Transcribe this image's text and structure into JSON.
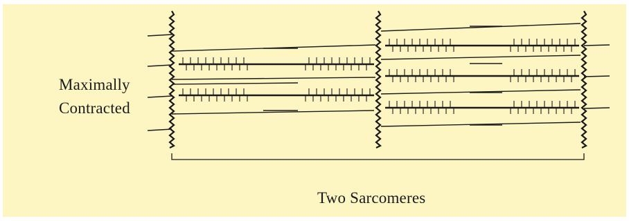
{
  "labels": {
    "state_line1": "Maximally",
    "state_line2": "Contracted",
    "caption": "Two Sarcomeres"
  },
  "colors": {
    "background": "#fdf6c3",
    "ink": "#1a1a1a"
  }
}
